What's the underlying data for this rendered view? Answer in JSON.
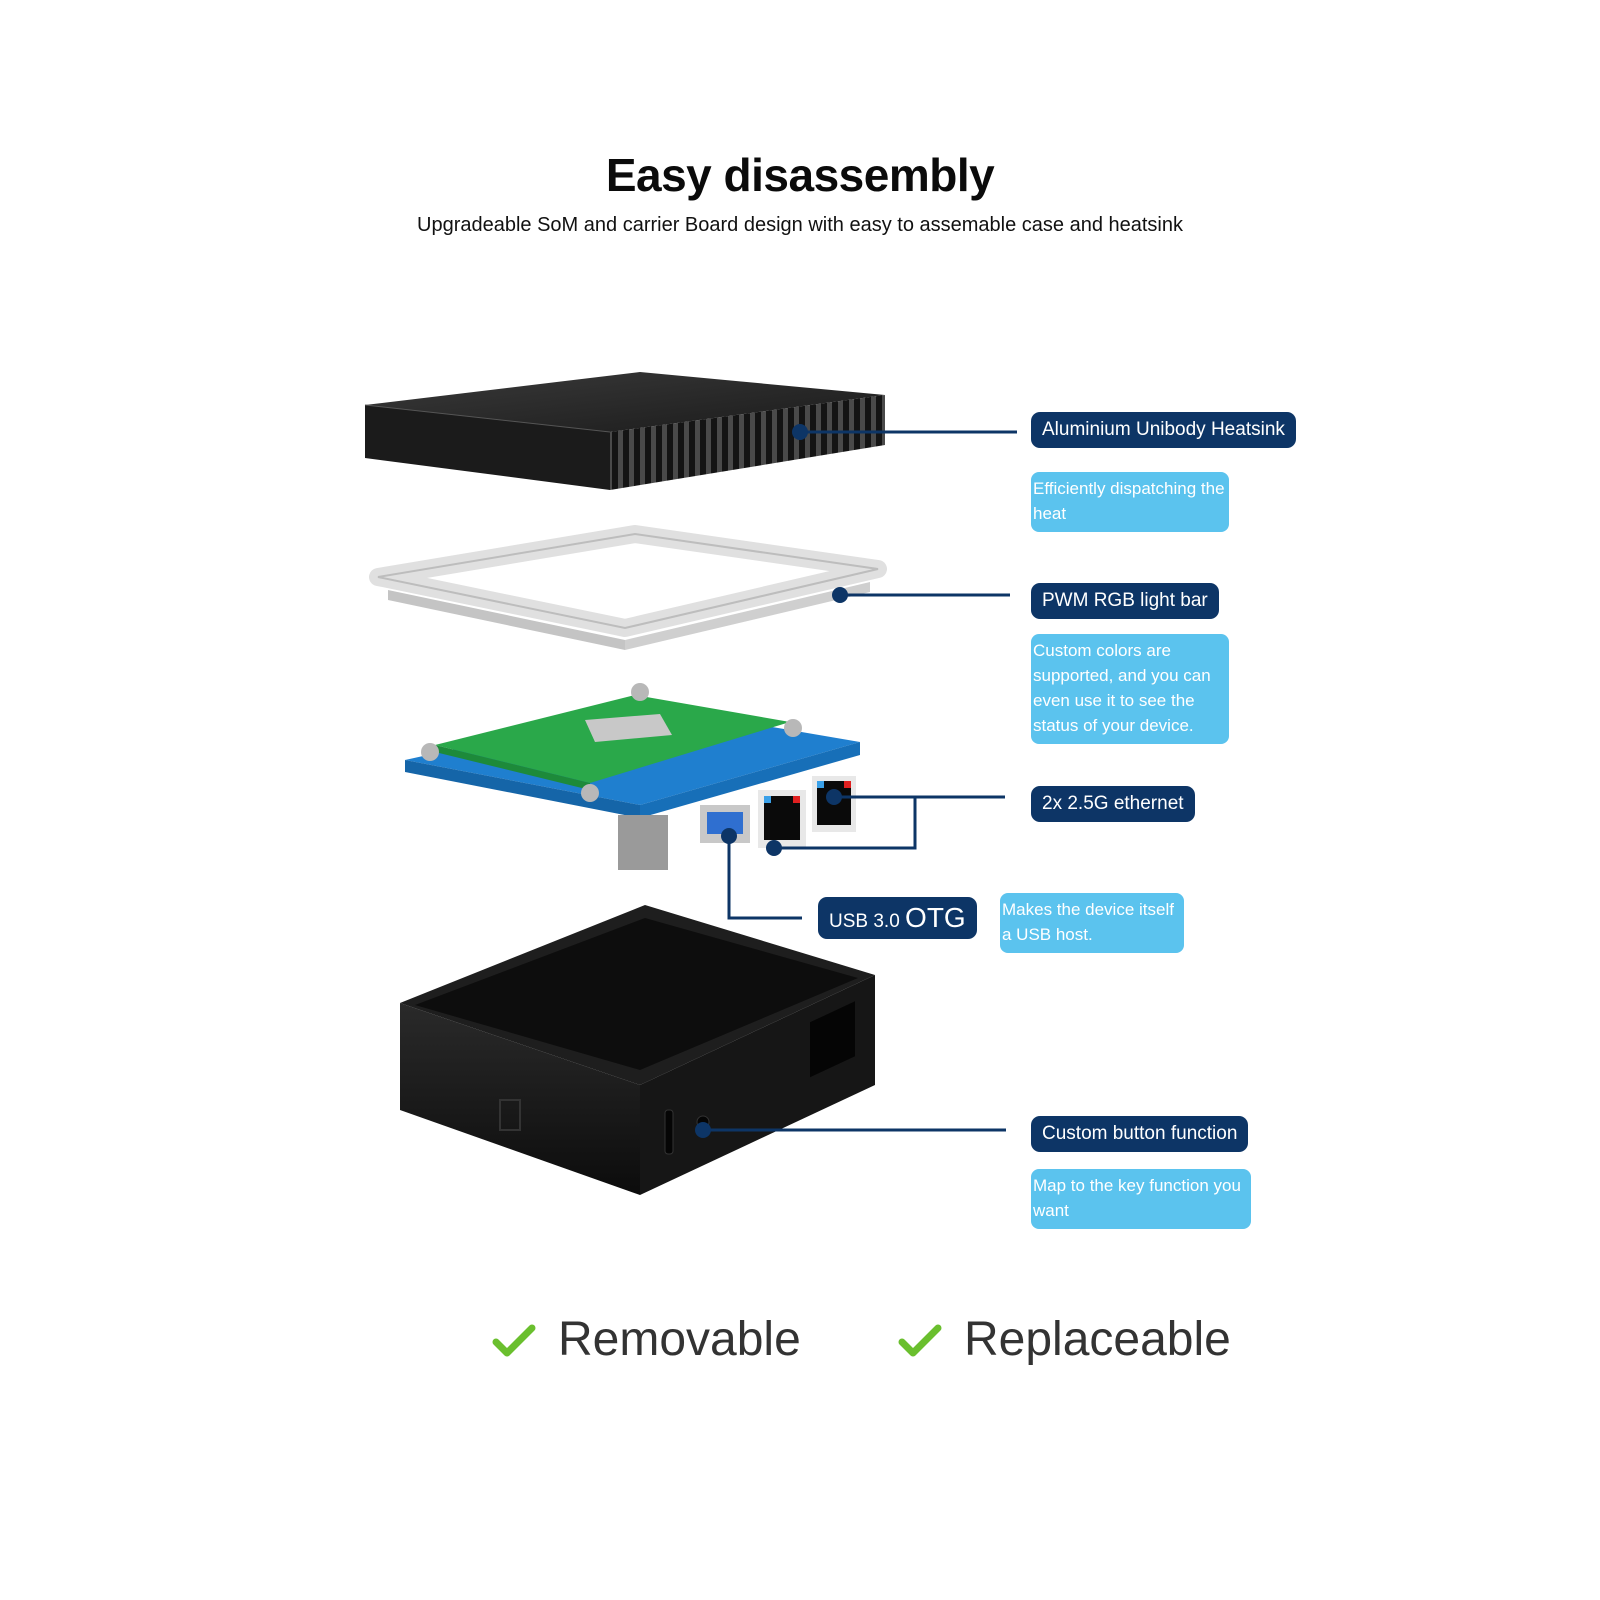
{
  "header": {
    "title": "Easy disassembly",
    "subtitle": "Upgradeable SoM and carrier Board design with easy to assemable case and heatsink"
  },
  "components": [
    {
      "id": "heatsink",
      "label": "Aluminium Unibody Heatsink",
      "description": "Efficiently dispatching the heat"
    },
    {
      "id": "light-bar",
      "label": "PWM RGB light bar",
      "description": "Custom colors are supported, and you can even use it to see the status of your device."
    },
    {
      "id": "ethernet",
      "label": "2x 2.5G ethernet",
      "description": ""
    },
    {
      "id": "usb",
      "label_prefix": "USB 3.0",
      "label_suffix": "OTG",
      "description": "Makes the device itself a USB host."
    },
    {
      "id": "button",
      "label": "Custom button function",
      "description": "Map to the key function you want"
    }
  ],
  "features": [
    {
      "icon": "check-icon",
      "label": "Removable"
    },
    {
      "icon": "check-icon",
      "label": "Replaceable"
    }
  ],
  "colors": {
    "label_bg": "#0d3566",
    "description_bg": "#5bc3ee",
    "connector": "#0d3566",
    "check": "#6abf2e",
    "heatsink": "#1c1c1c",
    "light_bar": "#d9d9d9",
    "carrier_board": "#1f7fcf",
    "som_board": "#2aa84a",
    "case": "#141414"
  }
}
